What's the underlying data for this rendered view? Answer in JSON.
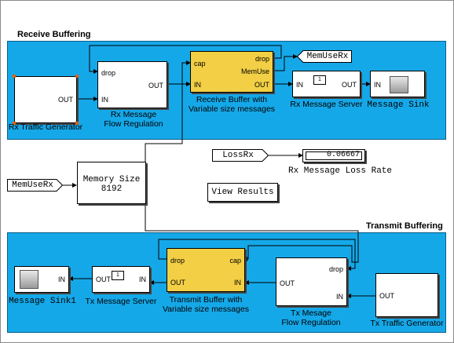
{
  "receive": {
    "title": "Receive Buffering",
    "rx_generator": {
      "label": "Rx Traffic Generator",
      "out_port": "OUT"
    },
    "flow_reg": {
      "label_line1": "Rx Message",
      "label_line2": "Flow Regulation",
      "in_port": "IN",
      "drop_port": "drop",
      "out_port": "OUT"
    },
    "buffer": {
      "label_line1": "Receive Buffer with",
      "label_line2": "Variable size messages",
      "cap_port": "cap",
      "in_port": "IN",
      "drop_port": "drop",
      "memuse_port": "MemUse",
      "out_port": "OUT"
    },
    "server": {
      "label": "Rx Message Server",
      "in_port": "IN",
      "out_port": "OUT"
    },
    "sink": {
      "label": "Message Sink",
      "in_port": "IN"
    },
    "memuse_tag": "MemUseRx"
  },
  "middle": {
    "memuse_from_tag": "MemUseRx",
    "memory_size": {
      "line1": "Memory Size",
      "line2": "8192"
    },
    "lossrx_tag": "LossRx",
    "loss_display": {
      "value": "0.06667",
      "label": "Rx Message Loss Rate"
    },
    "view_results": "View Results"
  },
  "transmit": {
    "title": "Transmit Buffering",
    "sink": {
      "label": "Message Sink1",
      "in_port": "IN"
    },
    "server": {
      "label": "Tx Message Server",
      "in_port": "IN",
      "out_port": "OUT"
    },
    "buffer": {
      "label_line1": "Transmit Buffer with",
      "label_line2": "Variable size messages",
      "drop_port": "drop",
      "cap_port": "cap",
      "out_port": "OUT",
      "in_port": "IN"
    },
    "flow_reg": {
      "label_line1": "Tx Mesage",
      "label_line2": "Flow Regulation",
      "out_port": "OUT",
      "drop_port": "drop",
      "in_port": "IN"
    },
    "tx_generator": {
      "label": "Tx Traffic Generator",
      "out_port": "OUT"
    }
  }
}
